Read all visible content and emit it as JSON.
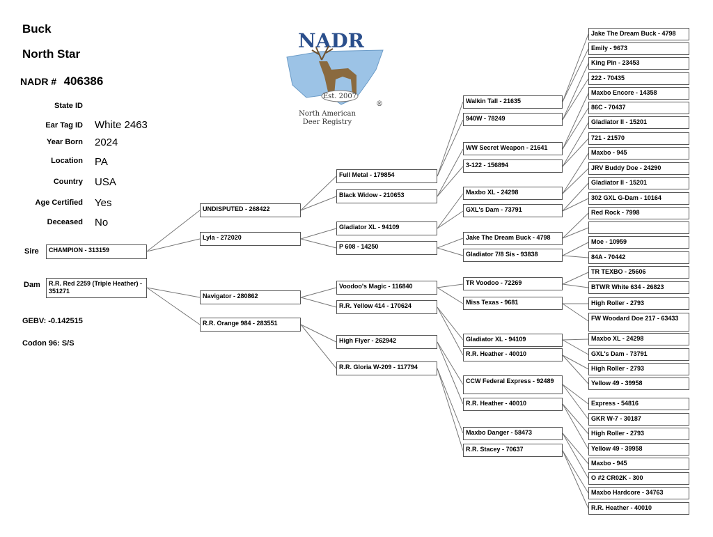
{
  "header": {
    "animal_type": "Buck",
    "name": "North Star",
    "nadr_label": "NADR #",
    "nadr_number": "406386"
  },
  "logo": {
    "title": "NADR",
    "est": "Est. 2007",
    "subtitle_line1": "North American",
    "subtitle_line2": "Deer Registry",
    "reg_mark": "®",
    "colors": {
      "title": "#2b4f8c",
      "map": "#9cc3e6",
      "deer": "#8a6a3f"
    }
  },
  "info": [
    {
      "label": "State ID",
      "value": ""
    },
    {
      "label": "Ear Tag ID",
      "value": "White 2463"
    },
    {
      "label": "Year Born",
      "value": "2024"
    },
    {
      "label": "Location",
      "value": "PA"
    },
    {
      "label": "Country",
      "value": "USA"
    },
    {
      "label": "Age Certified",
      "value": "Yes"
    },
    {
      "label": "Deceased",
      "value": "No"
    }
  ],
  "parents": {
    "sire_label": "Sire",
    "sire": "CHAMPION - 313159",
    "dam_label": "Dam",
    "dam": "R.R. Red 2259 (Triple Heather) - 351271"
  },
  "stats": {
    "gebv": "GEBV: -0.142515",
    "codon": "Codon 96: S/S"
  },
  "gen2": [
    "UNDISPUTED - 268422",
    "Lyla - 272020",
    "Navigator - 280862",
    "R.R. Orange 984 - 283551"
  ],
  "gen3": [
    "Full Metal - 179854",
    "Black Widow - 210653",
    "Gladiator XL - 94109",
    "P 608 - 14250",
    "Voodoo's Magic - 116840",
    "R.R. Yellow 414 - 170624",
    "High Flyer - 262942",
    "R.R. Gloria W-209 - 117794"
  ],
  "gen4": [
    "Walkin Tall - 21635",
    "940W - 78249",
    "WW Secret Weapon - 21641",
    "3-122 - 156894",
    "Maxbo XL - 24298",
    "GXL's Dam - 73791",
    "Jake The Dream Buck - 4798",
    "Gladiator 7/8 Sis - 93838",
    "TR Voodoo - 72269",
    "Miss Texas - 9681",
    "Gladiator XL - 94109",
    "R.R. Heather - 40010",
    "CCW Federal Express - 92489",
    "R.R. Heather - 40010",
    "Maxbo Danger - 58473",
    "R.R. Stacey - 70637"
  ],
  "gen5": [
    "Jake The Dream Buck - 4798",
    "Emily - 9673",
    "King Pin - 23453",
    "222 - 70435",
    "Maxbo Encore - 14358",
    "86C - 70437",
    "Gladiator II - 15201",
    "721 - 21570",
    "Maxbo - 945",
    "JRV Buddy Doe - 24290",
    "Gladiator II - 15201",
    "302 GXL G-Dam - 10164",
    "Red Rock - 7998",
    "",
    "Moe - 10959",
    "84A - 70442",
    "TR TEXBO - 25606",
    "BTWR White 634 - 26823",
    "High Roller - 2793",
    "FW Woodard Doe 217 - 63433",
    "Maxbo XL - 24298",
    "GXL's Dam - 73791",
    "High Roller - 2793",
    "Yellow 49 - 39958",
    "Express - 54816",
    "GKR W-7 - 30187",
    "High Roller - 2793",
    "Yellow 49 - 39958",
    "Maxbo - 945",
    "O #2 CR02K - 300",
    "Maxbo Hardcore - 34763",
    "R.R. Heather - 40010"
  ]
}
